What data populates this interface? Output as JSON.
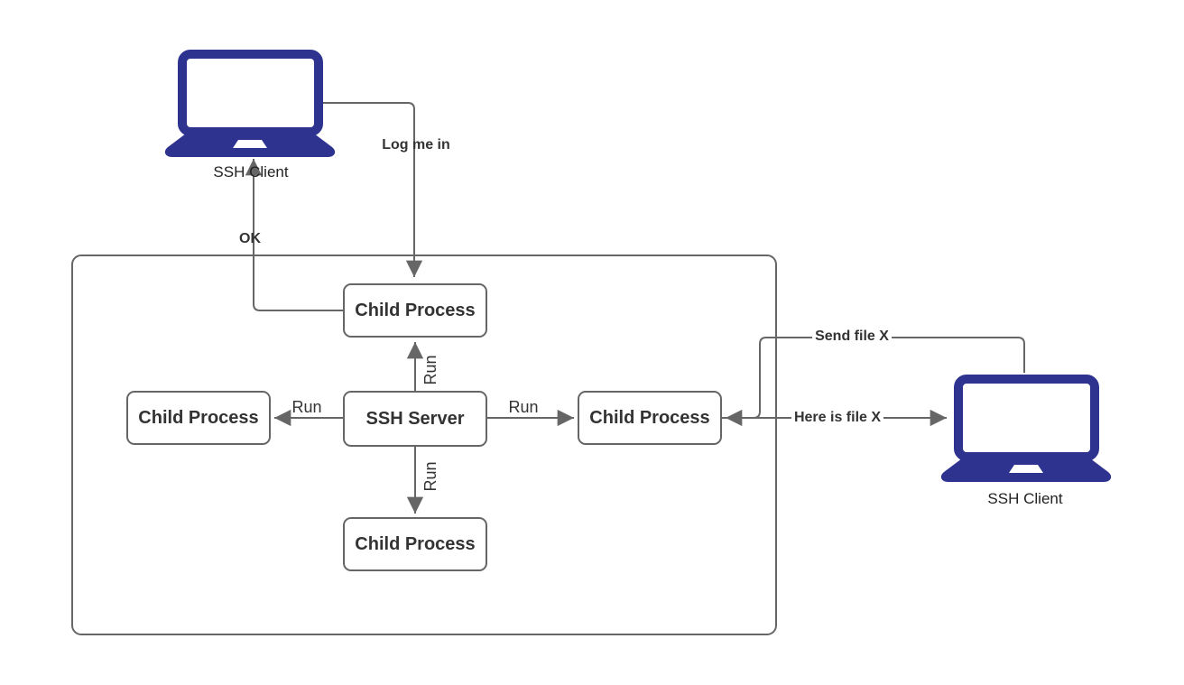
{
  "diagram": {
    "colors": {
      "background": "#ffffff",
      "line": "#666666",
      "laptop": "#2e3390",
      "text": "#333333"
    },
    "nodes": {
      "ssh_server": {
        "label": "SSH Server"
      },
      "child_top": {
        "label": "Child Process"
      },
      "child_left": {
        "label": "Child Process"
      },
      "child_right": {
        "label": "Child Process"
      },
      "child_bottom": {
        "label": "Child Process"
      },
      "client_left": {
        "label": "SSH Client"
      },
      "client_right": {
        "label": "SSH Client"
      }
    },
    "edges": {
      "log_me_in": {
        "label": "Log me in"
      },
      "ok": {
        "label": "OK"
      },
      "run_up": {
        "label": "Run"
      },
      "run_down": {
        "label": "Run"
      },
      "run_left": {
        "label": "Run"
      },
      "run_right": {
        "label": "Run"
      },
      "send_file": {
        "label": "Send file X"
      },
      "here_file": {
        "label": "Here is file X"
      }
    }
  }
}
